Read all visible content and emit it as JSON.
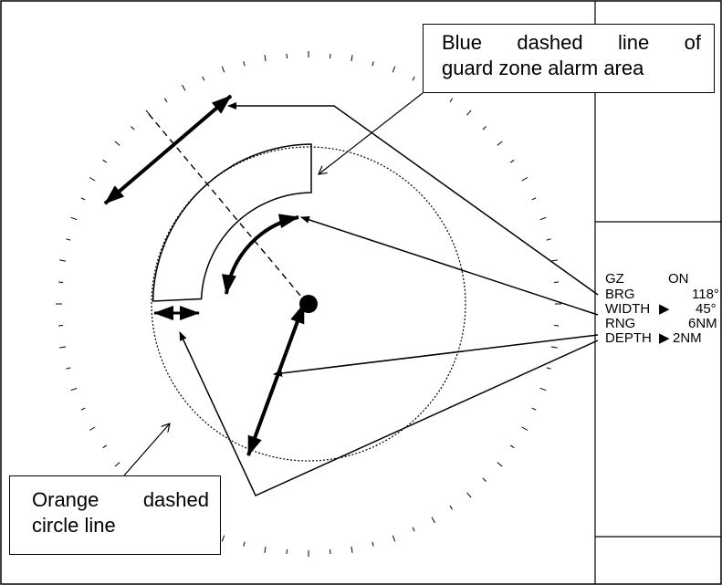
{
  "callouts": {
    "guard_zone": {
      "line1": "Blue dashed line of",
      "line2": "guard zone alarm area"
    },
    "orange_circle": {
      "line1": "Orange dashed",
      "line2": "circle line"
    }
  },
  "gz_panel": {
    "title_label": "GZ",
    "title_value": "ON",
    "rows": [
      {
        "label": "BRG",
        "marker": "",
        "value": "118°"
      },
      {
        "label": "WIDTH",
        "marker": "▶",
        "value": "45°"
      },
      {
        "label": "RNG",
        "marker": "",
        "value": "6NM"
      },
      {
        "label": "DEPTH",
        "marker": "▶",
        "value": "2NM"
      }
    ]
  },
  "colors": {
    "line": "#000000",
    "background": "#ffffff"
  }
}
